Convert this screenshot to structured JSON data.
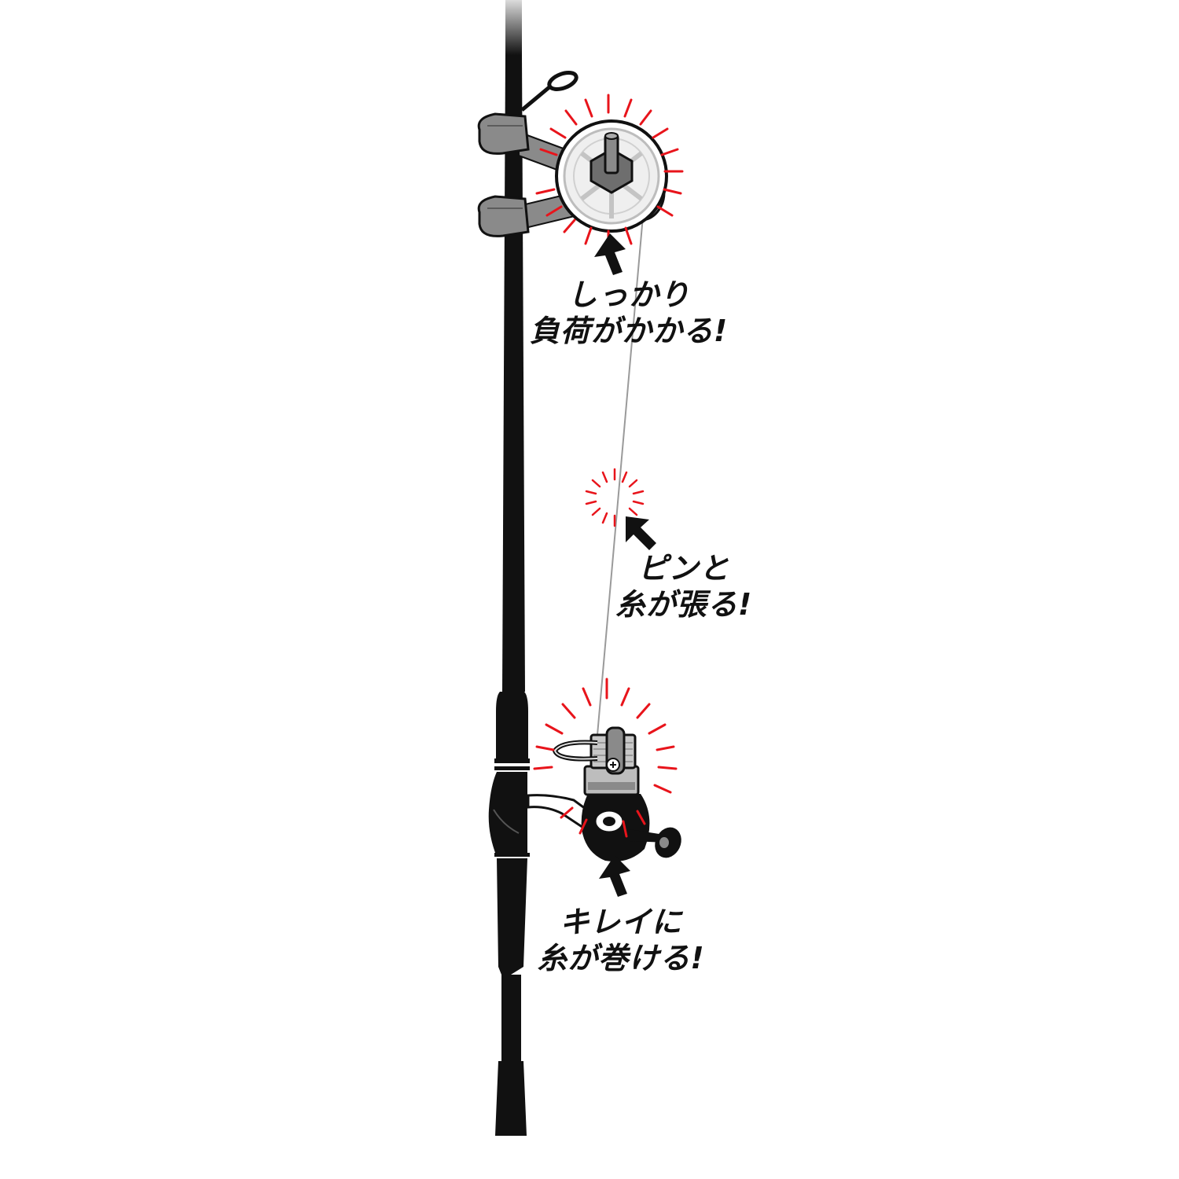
{
  "callouts": {
    "load": {
      "line1": "しっかり",
      "line2": "負荷がかかる!"
    },
    "taut": {
      "line1": "ピンと",
      "line2": "糸が張る!"
    },
    "wind": {
      "line1": "キレイに",
      "line2": "糸が巻ける!"
    }
  },
  "colors": {
    "rod": "#111111",
    "accent_rays": "#e8141b",
    "line": "#9a9a9a",
    "clip_grey": "#8a8a8a",
    "spool_grey": "#bdbdbd",
    "arrow": "#111111"
  },
  "icons": [
    "fishing-rod",
    "line-spool-holder",
    "spinning-reel",
    "burst-rays",
    "pointer-arrow"
  ]
}
